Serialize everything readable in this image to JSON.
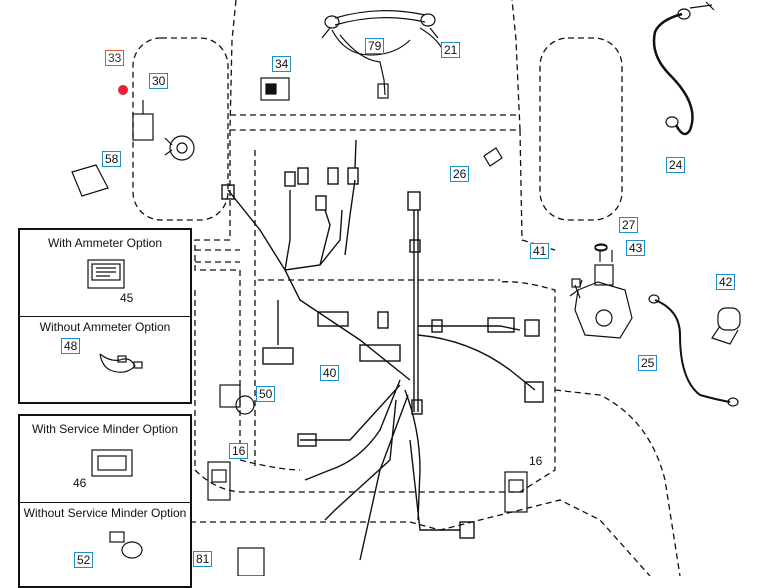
{
  "diagram": {
    "callouts": {
      "c33": "33",
      "c30": "30",
      "c34": "34",
      "c79": "79",
      "c21": "21",
      "c58": "58",
      "c26": "26",
      "c24": "24",
      "c27": "27",
      "c41": "41",
      "c43": "43",
      "c42": "42",
      "c25": "25",
      "c40": "40",
      "c50": "50",
      "c16a": "16",
      "c16b": "16",
      "c81": "81",
      "c45": "45",
      "c48": "48",
      "c46": "46",
      "c52": "52"
    },
    "options": {
      "ammeter": {
        "with": "With Ammeter Option",
        "without": "Without Ammeter Option"
      },
      "service_minder": {
        "with": "With Service Minder Option",
        "without": "Without Service Minder Option"
      }
    },
    "colors": {
      "callout_border": "#1a8fc9",
      "selected_border": "#e2573a",
      "marker": "#e8222e"
    }
  }
}
